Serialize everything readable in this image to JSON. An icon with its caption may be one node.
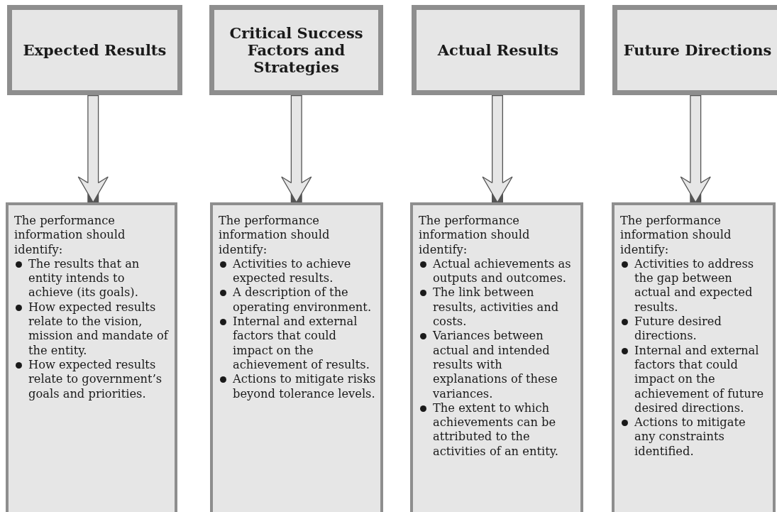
{
  "diagram": {
    "nodes": [
      {
        "text": [
          "Expected Results"
        ]
      },
      {
        "text": [
          "Critical Success Factors and Strategies"
        ]
      },
      {
        "text": [
          "Actual Results"
        ]
      },
      {
        "text": [
          "Future Directions"
        ]
      },
      {
        "text": [
          "The performance information should identify:",
          "The results that an entity intends to achieve (its goals).",
          "How expected results relate to the vision, mission and mandate of the entity.",
          "How expected results relate to government’s goals and priorities."
        ]
      },
      {
        "text": [
          "The performance information should identify:",
          "Activities to achieve expected results.",
          "A description of the operating environment.",
          "Internal and external factors that could impact on the achievement of results.",
          "Actions to mitigate risks beyond tolerance levels."
        ]
      },
      {
        "text": [
          "The performance information should identify:",
          "Actual achievements as outputs and outcomes.",
          "The link between results, activities and costs.",
          "Variances between actual and intended results with explanations of these variances.",
          "The extent to which achievements can be attributed to the activities of an entity."
        ]
      },
      {
        "text": [
          "The performance information should identify:",
          "Activities to address the gap between actual and expected results.",
          "Future desired directions.",
          "Internal and external factors that could impact on the achievement of future desired directions.",
          "Actions to mitigate any constraints identified."
        ]
      }
    ],
    "edges": [
      {
        "from": 0,
        "to": 4,
        "arrow": "to"
      },
      {
        "from": 1,
        "to": 5,
        "arrow": "to"
      },
      {
        "from": 2,
        "to": 6,
        "arrow": "to"
      },
      {
        "from": 3,
        "to": 7,
        "arrow": "to"
      }
    ]
  }
}
